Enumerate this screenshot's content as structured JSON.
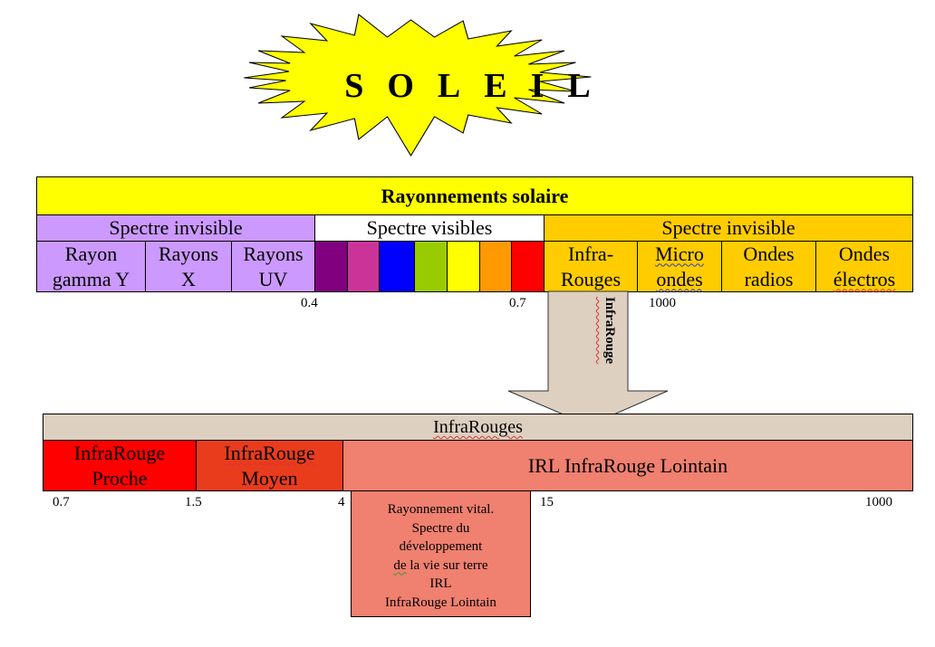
{
  "colors": {
    "sun_fill": "#FFFF00",
    "header_yellow": "#FFFF00",
    "invisible_left": "#CC99FF",
    "visible_bg": "#FFFFFF",
    "invisible_right": "#FFCC00",
    "arrow_fill": "#DDD0C0",
    "infra_header": "#DDD0C0",
    "ir_proche": "#FF0000",
    "ir_moyen": "#E83C1C",
    "ir_lointain": "#F08070"
  },
  "sun": {
    "letters": [
      "S",
      "O",
      "L",
      "E",
      "I",
      "L"
    ]
  },
  "solar_table": {
    "title": "Rayonnements solaire",
    "groups": [
      {
        "label": "Spectre invisible",
        "color_key": "invisible_left"
      },
      {
        "label": "Spectre visibles",
        "color_key": "visible_bg"
      },
      {
        "label": "Spectre invisible",
        "color_key": "invisible_right"
      }
    ],
    "left_cells": [
      {
        "line1": "Rayon",
        "line2": "gamma Y"
      },
      {
        "line1": "Rayons",
        "line2": "X"
      },
      {
        "line1": "Rayons",
        "line2": "UV"
      }
    ],
    "visible_swatches": [
      "#800080",
      "#CC3399",
      "#0000FF",
      "#99CC00",
      "#FFFF00",
      "#FF9900",
      "#FF0000"
    ],
    "right_cells": [
      {
        "line1": "Infra-",
        "line2": "Rouges"
      },
      {
        "line1": "Micro",
        "line2": "ondes"
      },
      {
        "line1": "Ondes",
        "line2": "radios"
      },
      {
        "line1": "Ondes",
        "line2": "électros"
      }
    ],
    "ticks": [
      "0.4",
      "0.7",
      "1000"
    ]
  },
  "arrow": {
    "label": "InfraRouge"
  },
  "infra_table": {
    "title": "InfraRouges",
    "cells": [
      {
        "line1": "InfraRouge",
        "line2": "Proche"
      },
      {
        "line1": "InfraRouge",
        "line2": "Moyen"
      },
      {
        "line1": "IRL InfraRouge Lointain"
      }
    ],
    "ticks": [
      "0.7",
      "1.5",
      "4",
      "15",
      "1000"
    ]
  },
  "note": {
    "lines": [
      "Rayonnement vital.",
      "Spectre du",
      "développement",
      "de la vie sur terre",
      "IRL",
      "InfraRouge Lointain"
    ]
  }
}
